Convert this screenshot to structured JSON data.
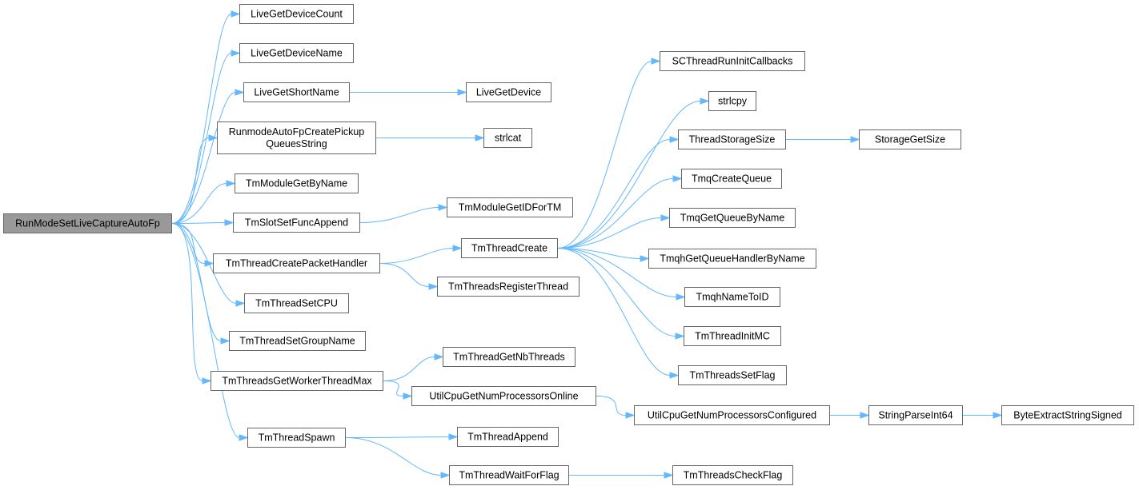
{
  "colors": {
    "edge": "#63b8ff",
    "node_fill": "#ffffff",
    "root_fill": "#999999",
    "node_border": "#666666",
    "text": "#000000"
  },
  "diagram": {
    "type": "call-graph",
    "root": "n0",
    "nodes": [
      {
        "id": "n0",
        "lines": [
          "RunModeSetLiveCaptureAutoFp"
        ],
        "root": true
      },
      {
        "id": "n1",
        "lines": [
          "LiveGetDeviceCount"
        ]
      },
      {
        "id": "n2",
        "lines": [
          "LiveGetDeviceName"
        ]
      },
      {
        "id": "n3",
        "lines": [
          "LiveGetShortName"
        ]
      },
      {
        "id": "n4",
        "lines": [
          "RunmodeAutoFpCreatePickup",
          "QueuesString"
        ]
      },
      {
        "id": "n5",
        "lines": [
          "TmModuleGetByName"
        ]
      },
      {
        "id": "n6",
        "lines": [
          "TmSlotSetFuncAppend"
        ]
      },
      {
        "id": "n7",
        "lines": [
          "TmThreadCreatePacketHandler"
        ]
      },
      {
        "id": "n8",
        "lines": [
          "TmThreadSetCPU"
        ]
      },
      {
        "id": "n9",
        "lines": [
          "TmThreadSetGroupName"
        ]
      },
      {
        "id": "n10",
        "lines": [
          "TmThreadsGetWorkerThreadMax"
        ]
      },
      {
        "id": "n11",
        "lines": [
          "TmThreadSpawn"
        ]
      },
      {
        "id": "n12",
        "lines": [
          "LiveGetDevice"
        ]
      },
      {
        "id": "n13",
        "lines": [
          "strlcat"
        ]
      },
      {
        "id": "n14",
        "lines": [
          "TmModuleGetIDForTM"
        ]
      },
      {
        "id": "n15",
        "lines": [
          "TmThreadCreate"
        ]
      },
      {
        "id": "n16",
        "lines": [
          "TmThreadsRegisterThread"
        ]
      },
      {
        "id": "n17",
        "lines": [
          "TmThreadGetNbThreads"
        ]
      },
      {
        "id": "n18",
        "lines": [
          "UtilCpuGetNumProcessorsOnline"
        ]
      },
      {
        "id": "n19",
        "lines": [
          "TmThreadAppend"
        ]
      },
      {
        "id": "n20",
        "lines": [
          "TmThreadWaitForFlag"
        ]
      },
      {
        "id": "n21",
        "lines": [
          "SCThreadRunInitCallbacks"
        ]
      },
      {
        "id": "n22",
        "lines": [
          "strlcpy"
        ]
      },
      {
        "id": "n23",
        "lines": [
          "ThreadStorageSize"
        ]
      },
      {
        "id": "n24",
        "lines": [
          "TmqCreateQueue"
        ]
      },
      {
        "id": "n25",
        "lines": [
          "TmqGetQueueByName"
        ]
      },
      {
        "id": "n26",
        "lines": [
          "TmqhGetQueueHandlerByName"
        ]
      },
      {
        "id": "n27",
        "lines": [
          "TmqhNameToID"
        ]
      },
      {
        "id": "n28",
        "lines": [
          "TmThreadInitMC"
        ]
      },
      {
        "id": "n29",
        "lines": [
          "TmThreadsSetFlag"
        ]
      },
      {
        "id": "n30",
        "lines": [
          "UtilCpuGetNumProcessorsConfigured"
        ]
      },
      {
        "id": "n31",
        "lines": [
          "TmThreadsCheckFlag"
        ]
      },
      {
        "id": "n32",
        "lines": [
          "StorageGetSize"
        ]
      },
      {
        "id": "n33",
        "lines": [
          "StringParseInt64"
        ]
      },
      {
        "id": "n34",
        "lines": [
          "ByteExtractStringSigned"
        ]
      }
    ],
    "edges": [
      {
        "from": "n0",
        "to": "n1"
      },
      {
        "from": "n0",
        "to": "n2"
      },
      {
        "from": "n0",
        "to": "n3"
      },
      {
        "from": "n0",
        "to": "n4"
      },
      {
        "from": "n0",
        "to": "n5"
      },
      {
        "from": "n0",
        "to": "n6"
      },
      {
        "from": "n0",
        "to": "n7"
      },
      {
        "from": "n0",
        "to": "n8"
      },
      {
        "from": "n0",
        "to": "n9"
      },
      {
        "from": "n0",
        "to": "n10"
      },
      {
        "from": "n0",
        "to": "n11"
      },
      {
        "from": "n3",
        "to": "n12"
      },
      {
        "from": "n4",
        "to": "n13"
      },
      {
        "from": "n6",
        "to": "n14"
      },
      {
        "from": "n7",
        "to": "n15"
      },
      {
        "from": "n7",
        "to": "n16"
      },
      {
        "from": "n10",
        "to": "n17"
      },
      {
        "from": "n10",
        "to": "n18"
      },
      {
        "from": "n11",
        "to": "n19"
      },
      {
        "from": "n11",
        "to": "n20"
      },
      {
        "from": "n15",
        "to": "n21"
      },
      {
        "from": "n15",
        "to": "n22"
      },
      {
        "from": "n15",
        "to": "n23"
      },
      {
        "from": "n15",
        "to": "n24"
      },
      {
        "from": "n15",
        "to": "n25"
      },
      {
        "from": "n15",
        "to": "n26"
      },
      {
        "from": "n15",
        "to": "n27"
      },
      {
        "from": "n15",
        "to": "n28"
      },
      {
        "from": "n15",
        "to": "n29"
      },
      {
        "from": "n18",
        "to": "n30"
      },
      {
        "from": "n20",
        "to": "n31"
      },
      {
        "from": "n23",
        "to": "n32"
      },
      {
        "from": "n30",
        "to": "n33"
      },
      {
        "from": "n33",
        "to": "n34"
      }
    ]
  }
}
